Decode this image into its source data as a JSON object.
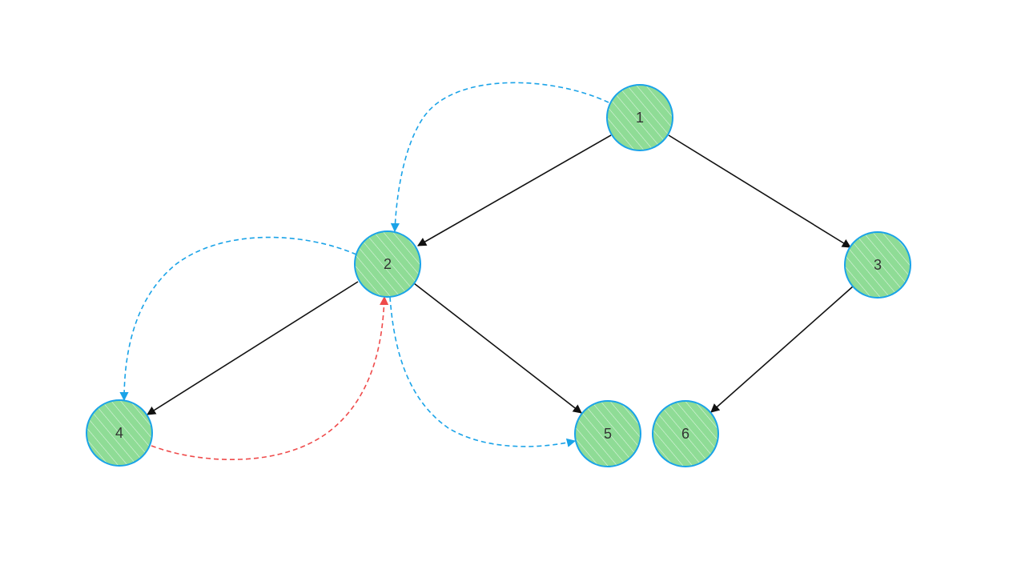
{
  "colors": {
    "node_fill": "#8fdc96",
    "node_stroke": "#1aa3e8",
    "hatch": "#ffffff",
    "tree_edge": "#111111",
    "blue_dashed": "#1aa3e8",
    "red_dashed": "#ef4b4b"
  },
  "nodes": [
    {
      "id": "1",
      "label": "1"
    },
    {
      "id": "2",
      "label": "2"
    },
    {
      "id": "3",
      "label": "3"
    },
    {
      "id": "4",
      "label": "4"
    },
    {
      "id": "5",
      "label": "5"
    },
    {
      "id": "6",
      "label": "6"
    }
  ],
  "edges": [
    {
      "from": "1",
      "to": "2",
      "style": "solid"
    },
    {
      "from": "1",
      "to": "3",
      "style": "solid"
    },
    {
      "from": "2",
      "to": "4",
      "style": "solid"
    },
    {
      "from": "2",
      "to": "5",
      "style": "solid"
    },
    {
      "from": "3",
      "to": "6",
      "style": "solid"
    },
    {
      "from": "1",
      "to": "2",
      "style": "dashed-blue"
    },
    {
      "from": "2",
      "to": "4",
      "style": "dashed-blue"
    },
    {
      "from": "2",
      "to": "5",
      "style": "dashed-blue"
    },
    {
      "from": "4",
      "to": "2",
      "style": "dashed-red"
    }
  ]
}
